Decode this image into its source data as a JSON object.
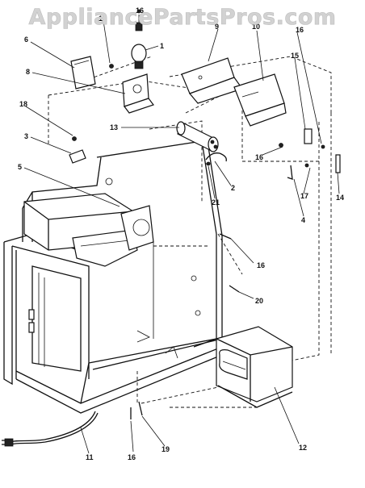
{
  "watermark": "AppliancePartsPros.com",
  "callouts": [
    {
      "id": "c1",
      "text": "1"
    },
    {
      "id": "c2",
      "text": "2"
    },
    {
      "id": "c3",
      "text": "3"
    },
    {
      "id": "c4",
      "text": "4"
    },
    {
      "id": "c5",
      "text": "5"
    },
    {
      "id": "c6",
      "text": "6"
    },
    {
      "id": "c8",
      "text": "8"
    },
    {
      "id": "c9",
      "text": "9"
    },
    {
      "id": "c10",
      "text": "10"
    },
    {
      "id": "c11",
      "text": "11"
    },
    {
      "id": "c12",
      "text": "12"
    },
    {
      "id": "c13",
      "text": "13"
    },
    {
      "id": "c14",
      "text": "14"
    },
    {
      "id": "c15",
      "text": "15"
    },
    {
      "id": "c16a",
      "text": "16"
    },
    {
      "id": "c16b",
      "text": "16"
    },
    {
      "id": "c16c",
      "text": "16"
    },
    {
      "id": "c16d",
      "text": "16"
    },
    {
      "id": "c16e",
      "text": "16"
    },
    {
      "id": "c16f",
      "text": "16"
    },
    {
      "id": "c17",
      "text": "17"
    },
    {
      "id": "c18",
      "text": "18"
    },
    {
      "id": "c19",
      "text": "19"
    },
    {
      "id": "c20",
      "text": "20"
    },
    {
      "id": "c21",
      "text": "21"
    }
  ]
}
